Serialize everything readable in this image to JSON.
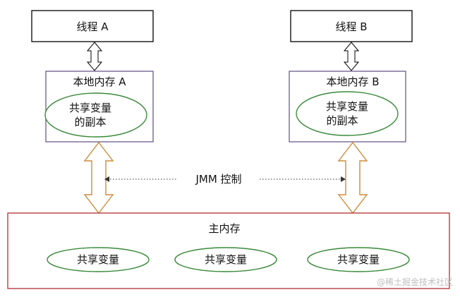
{
  "thread_a": {
    "label": "线程 A"
  },
  "thread_b": {
    "label": "线程 B"
  },
  "local_memory_a": {
    "title": "本地内存 A",
    "copy_line1": "共享变量",
    "copy_line2": "的副本"
  },
  "local_memory_b": {
    "title": "本地内存 B",
    "copy_line1": "共享变量",
    "copy_line2": "的副本"
  },
  "jmm_label": "JMM 控制",
  "main_memory": {
    "title": "主内存",
    "shared_vars": [
      "共享变量",
      "共享变量",
      "共享变量"
    ]
  },
  "watermark": "@稀土掘金技术社区",
  "colors": {
    "box_border": "#000000",
    "local_border": "#6a5a8a",
    "main_border": "#b03030",
    "ellipse_border": "#3a8a3a",
    "double_arrow_stroke": "#d08a3a"
  }
}
